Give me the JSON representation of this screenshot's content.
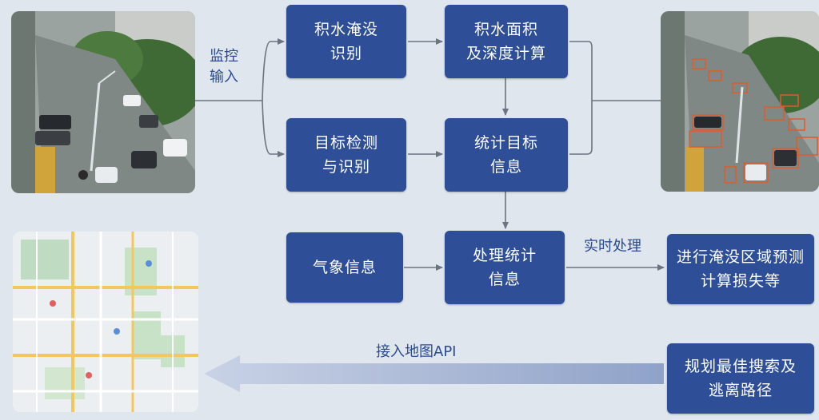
{
  "boxes": {
    "flood_recognition": "积水淹没\n识别",
    "area_depth": "积水面积\n及深度计算",
    "object_detection": "目标检测\n与识别",
    "stat_info": "统计目标\n信息",
    "weather": "气象信息",
    "process_stats": "处理统计\n信息",
    "predict": "进行淹没区域预测\n计算损失等",
    "route": "规划最佳搜索及\n逃离路径"
  },
  "labels": {
    "monitor_input": "监控\n输入",
    "realtime": "实时处理",
    "map_api": "接入地图API"
  },
  "colors": {
    "box": "#2e4f98",
    "arrow": "#6b7480",
    "label": "#2b4a8f",
    "background": "#dfe6ee"
  }
}
